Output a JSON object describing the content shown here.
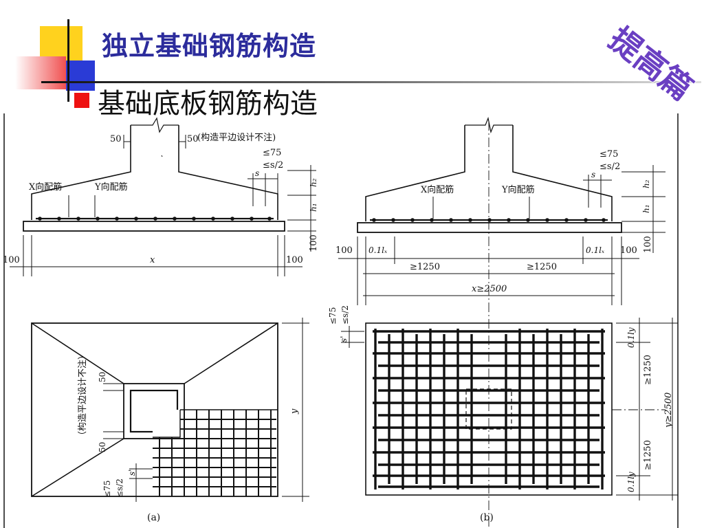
{
  "slide": {
    "title": "独立基础钢筋构造",
    "subtitle": "基础底板钢筋构造",
    "stamp_text": "提高篇",
    "accent_colors": {
      "title": "#2c2c9c",
      "bullet": "#ee1111",
      "stamp": "#6a3fc2",
      "deco_yellow": "#ffd21e",
      "deco_blue": "#2a3bd6",
      "deco_red": "#f05050"
    }
  },
  "figure_a": {
    "caption": "(a)",
    "elevation": {
      "dim_50_left": "50",
      "dim_50_right": "50",
      "note": "(构造平边设计不注)",
      "le75": "≤75",
      "le_s2": "≤s/2",
      "s": "s",
      "x_bar_label": "X向配筋",
      "y_bar_label": "Y向配筋",
      "h2": "h₂",
      "h1": "h₁",
      "dim_100_v": "100",
      "dim_100_left": "100",
      "dim_x": "x",
      "dim_100_right": "100"
    },
    "plan": {
      "note_vertical": "（构造平边设计不注）",
      "dim_50_top": "50",
      "dim_50_bottom": "50",
      "le75": "≤75",
      "le_s2": "≤s/2",
      "s_prime": "s'",
      "dim_y": "y"
    }
  },
  "figure_b": {
    "caption": "(b)",
    "elevation": {
      "le75": "≤75",
      "le_s2": "≤s/2",
      "s": "s",
      "x_bar_label": "X向配筋",
      "y_bar_label": "Y向配筋",
      "h2": "h₂",
      "h1": "h₁",
      "dim_100_left": "100",
      "dim_01lx_left": "0.1lₓ",
      "dim_01lx_right": "0.1lₓ",
      "dim_100_right": "100",
      "dim_100_v": "100",
      "dim_ge1250_left": "≥1250",
      "dim_ge1250_right": "≥1250",
      "dim_x_ge2500": "x≥2500"
    },
    "plan": {
      "le75": "≤75",
      "le_s2": "≤s/2",
      "s_prime": "s'",
      "dim_01ly_top": "0.1ly",
      "dim_ge1250_top": "≥1250",
      "dim_y_ge2500": "y≥2500",
      "dim_ge1250_bottom": "≥1250",
      "dim_01ly_bottom": "0.1ly"
    }
  }
}
